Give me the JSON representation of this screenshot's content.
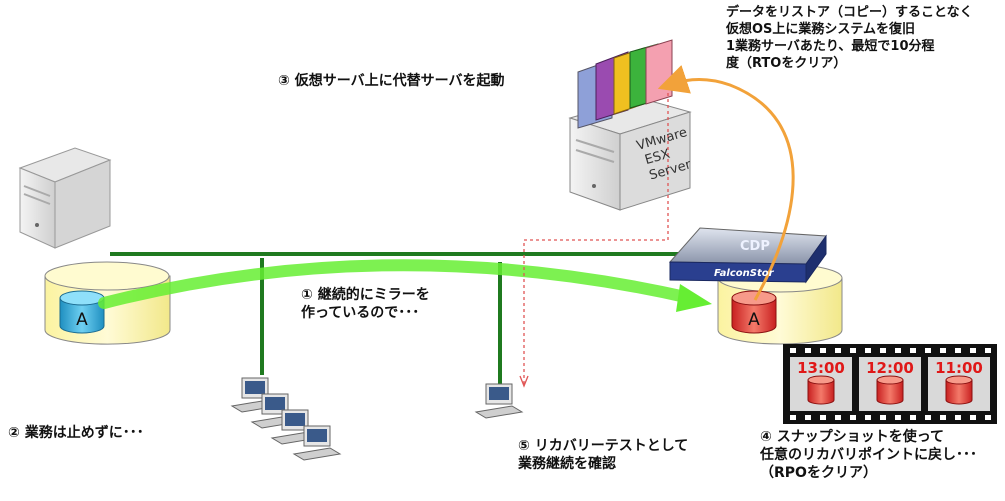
{
  "labels": {
    "step1": [
      "① 継続的にミラーを",
      "作っているので･･･"
    ],
    "step2": "② 業務は止めずに･･･",
    "step3": "③ 仮想サーバ上に代替サーバを起動",
    "step4": [
      "④ スナップショットを使って",
      "任意のリカバリポイントに戻し･･･",
      "（RPOをクリア）"
    ],
    "step5": [
      "⑤ リカバリーテストとして",
      "業務継続を確認"
    ],
    "note": [
      "データをリストア（コピー）することなく",
      "仮想OS上に業務システムを復旧",
      "1業務サーバあたり、最短で10分程",
      "度（RTOをクリア）"
    ]
  },
  "disk_label_left": "A",
  "disk_label_right": "A",
  "vmware_text": [
    "VMware",
    "ESX",
    "Server"
  ],
  "cdp_text": "CDP",
  "brand_text": "FalconStor",
  "snapshots": [
    "13:00",
    "12:00",
    "11:00"
  ],
  "colors": {
    "network_line": "#1f7a1f",
    "mirror_arrow": "#66ee33",
    "recovery_arrow": "#f2a23a",
    "dashed": "#e05555",
    "disk_cyan": "#2aa6d6",
    "disk_red": "#e03a3a",
    "silo": "#fdf7b0"
  }
}
